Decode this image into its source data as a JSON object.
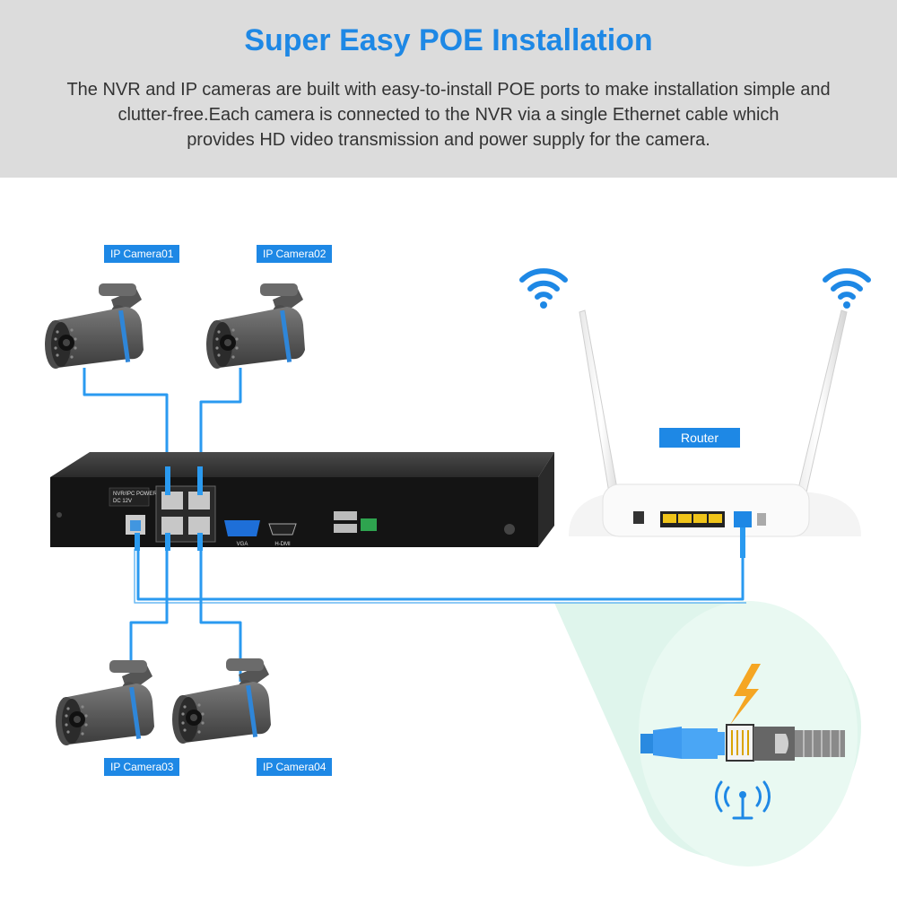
{
  "header": {
    "title": "Super Easy POE Installation",
    "description_lines": [
      "The NVR and IP cameras are built with easy-to-install POE ports to make installation simple and",
      "clutter-free.Each camera is connected to the NVR via a single Ethernet cable which",
      "provides HD video transmission and power supply for the camera."
    ]
  },
  "labels": {
    "camera01": "IP Camera01",
    "camera02": "IP Camera02",
    "camera03": "IP Camera03",
    "camera04": "IP Camera04",
    "router": "Router"
  },
  "nvr": {
    "vga": "VGA",
    "hdmi": "H-DMI"
  },
  "colors": {
    "accent": "#1e88e5",
    "cable": "#2a9af0",
    "header_bg": "#dcdcdc",
    "zoom_bg": "#dff5ec",
    "bolt": "#f5a623"
  },
  "icons": [
    "wifi-icon",
    "lightning-bolt-icon",
    "antenna-tower-icon",
    "rj45-plug-icon"
  ]
}
